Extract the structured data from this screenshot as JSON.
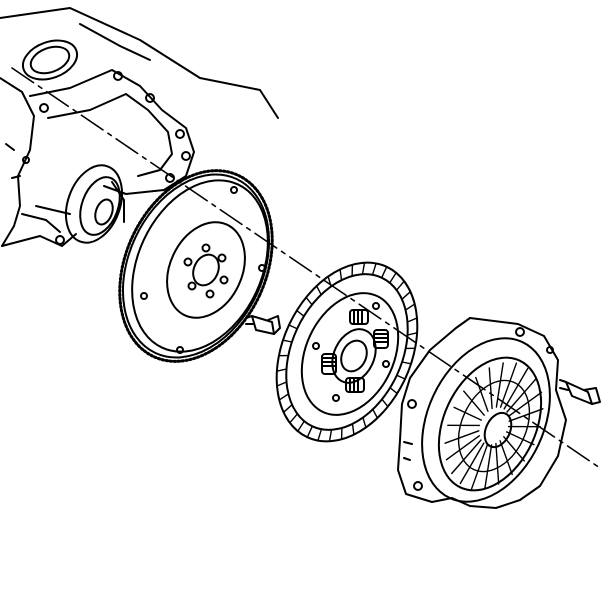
{
  "diagram": {
    "parts": [
      {
        "id": "engine-block",
        "label": ""
      },
      {
        "id": "crankshaft-flange",
        "label": ""
      },
      {
        "id": "flywheel",
        "label": ""
      },
      {
        "id": "flywheel-bolt",
        "label": ""
      },
      {
        "id": "clutch-disc",
        "label": ""
      },
      {
        "id": "pressure-plate",
        "label": ""
      },
      {
        "id": "pressure-plate-bolt",
        "label": ""
      }
    ],
    "colors": {
      "line": "#000000",
      "background": "#ffffff"
    }
  }
}
